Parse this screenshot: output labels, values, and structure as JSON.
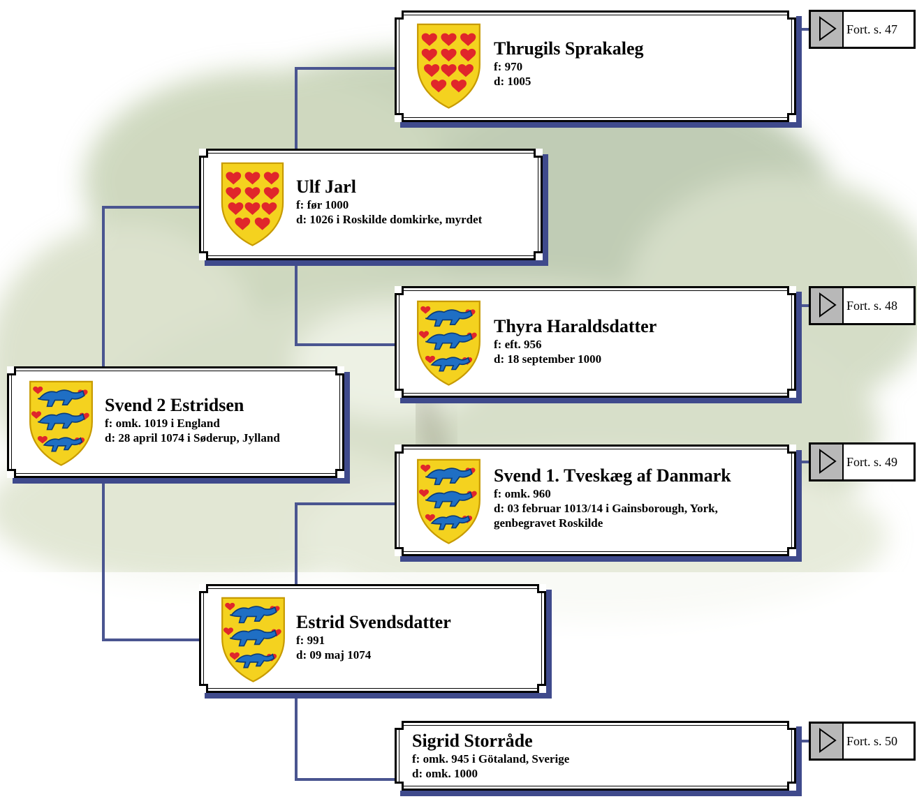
{
  "persons": [
    {
      "id": "thrugils",
      "name": "Thrugils Sprakaleg",
      "lines": [
        "f: 970",
        "d: 1005"
      ],
      "crest": "hearts"
    },
    {
      "id": "ulf",
      "name": "Ulf Jarl",
      "lines": [
        "f: før 1000",
        "d: 1026 i Roskilde domkirke, myrdet"
      ],
      "crest": "hearts"
    },
    {
      "id": "thyra",
      "name": "Thyra Haraldsdatter",
      "lines": [
        "f: eft. 956",
        "d: 18 september 1000"
      ],
      "crest": "lions"
    },
    {
      "id": "svend2",
      "name": "Svend 2 Estridsen",
      "lines": [
        "f: omk. 1019 i England",
        "d: 28 april 1074 i Søderup, Jylland"
      ],
      "crest": "lions"
    },
    {
      "id": "svend1",
      "name": "Svend 1. Tveskæg af Danmark",
      "lines": [
        "f: omk. 960",
        "d: 03 februar 1013/14 i Gainsborough, York,",
        "genbegravet Roskilde"
      ],
      "crest": "lions"
    },
    {
      "id": "estrid",
      "name": "Estrid Svendsdatter",
      "lines": [
        "f: 991",
        "d: 09 maj 1074"
      ],
      "crest": "lions"
    },
    {
      "id": "sigrid",
      "name": "Sigrid Storråde",
      "lines": [
        "f: omk. 945 i Götaland, Sverige",
        "d: omk. 1000"
      ],
      "crest": "none"
    }
  ],
  "continuations": [
    {
      "label": "Fort. s. 47",
      "person": "thrugils"
    },
    {
      "label": "Fort. s. 48",
      "person": "thyra"
    },
    {
      "label": "Fort. s. 49",
      "person": "svend1"
    },
    {
      "label": "Fort. s. 50",
      "person": "sigrid"
    }
  ],
  "colors": {
    "connector": "#4a5590",
    "shadow": "#3f4a8c",
    "crest_gold": "#f4d21f",
    "heart_red": "#e0262b",
    "lion_blue": "#1f6fc4"
  },
  "icons": {
    "heart_crest": "shield-hearts-icon",
    "lion_crest": "shield-lions-icon",
    "continue": "play-triangle-icon"
  }
}
